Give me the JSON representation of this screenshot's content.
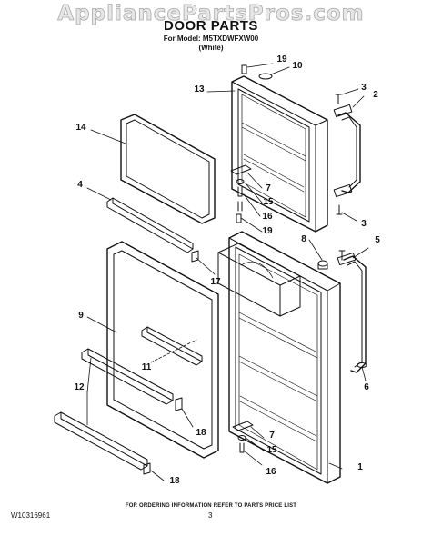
{
  "watermark": "AppliancePartsPros.com",
  "title": "DOOR PARTS",
  "subtitle_model": "For Model: M5TXDWFXW00",
  "subtitle_color": "(White)",
  "callouts": [
    {
      "id": "c19a",
      "label": "19",
      "x": 0,
      "y": 0
    },
    {
      "id": "c10",
      "label": "10"
    },
    {
      "id": "c13",
      "label": "13"
    },
    {
      "id": "c3a",
      "label": "3"
    },
    {
      "id": "c2",
      "label": "2"
    },
    {
      "id": "c14",
      "label": "14"
    },
    {
      "id": "c4",
      "label": "4"
    },
    {
      "id": "c7a",
      "label": "7"
    },
    {
      "id": "c15a",
      "label": "15"
    },
    {
      "id": "c16a",
      "label": "16"
    },
    {
      "id": "c3b",
      "label": "3"
    },
    {
      "id": "c19b",
      "label": "19"
    },
    {
      "id": "c8",
      "label": "8"
    },
    {
      "id": "c5",
      "label": "5"
    },
    {
      "id": "c17",
      "label": "17"
    },
    {
      "id": "c9",
      "label": "9"
    },
    {
      "id": "c11",
      "label": "11"
    },
    {
      "id": "c6",
      "label": "6"
    },
    {
      "id": "c12",
      "label": "12"
    },
    {
      "id": "c18a",
      "label": "18"
    },
    {
      "id": "c7b",
      "label": "7"
    },
    {
      "id": "c15b",
      "label": "15"
    },
    {
      "id": "c16b",
      "label": "16"
    },
    {
      "id": "c1",
      "label": "1"
    },
    {
      "id": "c18b",
      "label": "18"
    }
  ],
  "footer_note": "FOR ORDERING INFORMATION REFER TO PARTS PRICE LIST",
  "doc_id": "W10316961",
  "page_number": "3"
}
